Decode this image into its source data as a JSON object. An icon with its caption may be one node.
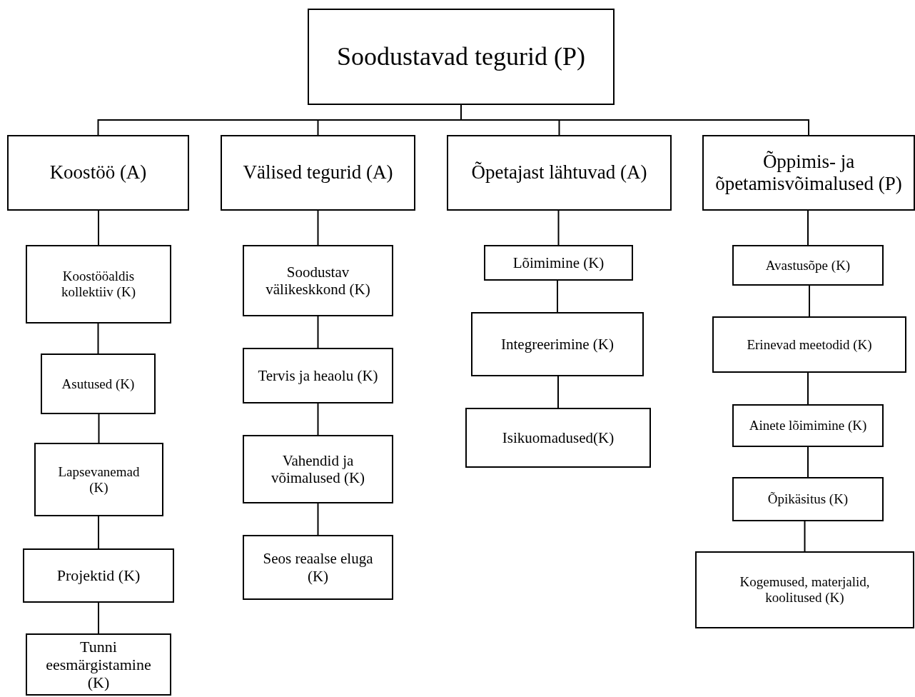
{
  "diagram": {
    "nodes": [
      {
        "text": [
          "Soodustavad tegurid (P)"
        ]
      },
      {
        "text": [
          "Koostöö (A)"
        ]
      },
      {
        "text": [
          "Välised tegurid (A)"
        ]
      },
      {
        "text": [
          "Õpetajast lähtuvad (A)"
        ]
      },
      {
        "text": [
          "Õppimis- ja õpetamisvõimalused (P)"
        ]
      },
      {
        "text": [
          "Koostööaldis kollektiiv (K)"
        ]
      },
      {
        "text": [
          "Asutused (K)"
        ]
      },
      {
        "text": [
          "Lapsevanemad (K)"
        ]
      },
      {
        "text": [
          "Projektid (K)"
        ]
      },
      {
        "text": [
          "Tunni eesmärgistamine (K)"
        ]
      },
      {
        "text": [
          "Soodustav välikeskkond (K)"
        ]
      },
      {
        "text": [
          "Tervis ja heaolu (K)"
        ]
      },
      {
        "text": [
          "Vahendid ja võimalused (K)"
        ]
      },
      {
        "text": [
          "Seos reaalse eluga (K)"
        ]
      },
      {
        "text": [
          "Lõimimine (K)"
        ]
      },
      {
        "text": [
          "Integreerimine (K)"
        ]
      },
      {
        "text": [
          "Isikuomadused(K)"
        ]
      },
      {
        "text": [
          "Avastusõpe (K)"
        ]
      },
      {
        "text": [
          "Erinevad meetodid (K)"
        ]
      },
      {
        "text": [
          "Ainete lõimimine (K)"
        ]
      },
      {
        "text": [
          "Õpikäsitus (K)"
        ]
      },
      {
        "text": [
          "Kogemused, materjalid, koolitused (K)"
        ]
      }
    ],
    "edges": [
      {
        "from": 0,
        "to": 1,
        "arrow": "none"
      },
      {
        "from": 0,
        "to": 2,
        "arrow": "none"
      },
      {
        "from": 0,
        "to": 3,
        "arrow": "none"
      },
      {
        "from": 0,
        "to": 4,
        "arrow": "none"
      },
      {
        "from": 1,
        "to": 5,
        "arrow": "none"
      },
      {
        "from": 5,
        "to": 6,
        "arrow": "none"
      },
      {
        "from": 6,
        "to": 7,
        "arrow": "none"
      },
      {
        "from": 7,
        "to": 8,
        "arrow": "none"
      },
      {
        "from": 8,
        "to": 9,
        "arrow": "none"
      },
      {
        "from": 2,
        "to": 10,
        "arrow": "none"
      },
      {
        "from": 10,
        "to": 11,
        "arrow": "none"
      },
      {
        "from": 11,
        "to": 12,
        "arrow": "none"
      },
      {
        "from": 12,
        "to": 13,
        "arrow": "none"
      },
      {
        "from": 3,
        "to": 14,
        "arrow": "none"
      },
      {
        "from": 14,
        "to": 15,
        "arrow": "none"
      },
      {
        "from": 15,
        "to": 16,
        "arrow": "none"
      },
      {
        "from": 4,
        "to": 17,
        "arrow": "none"
      },
      {
        "from": 17,
        "to": 18,
        "arrow": "none"
      },
      {
        "from": 18,
        "to": 19,
        "arrow": "none"
      },
      {
        "from": 19,
        "to": 20,
        "arrow": "none"
      },
      {
        "from": 20,
        "to": 21,
        "arrow": "none"
      }
    ]
  }
}
